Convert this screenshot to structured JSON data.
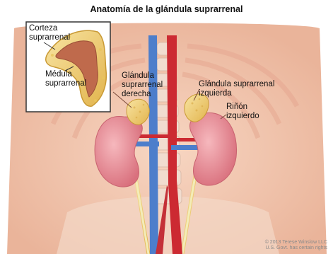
{
  "title": "Anatomía de la glándula suprarrenal",
  "inset": {
    "cortex_label": [
      "Corteza",
      "suprarrenal"
    ],
    "medulla_label": [
      "Médula",
      "suprarrenal"
    ]
  },
  "labels": {
    "right_gland": [
      "Glándula",
      "suprarrenal",
      "derecha"
    ],
    "left_gland": [
      "Glándula suprarrenal",
      "izquierda"
    ],
    "left_kidney": [
      "Riñón",
      "izquierdo"
    ]
  },
  "copyright": [
    "© 2013 Terese Winslow LLC",
    "U.S. Govt. has certain rights"
  ],
  "colors": {
    "skin": "#f2c6ad",
    "kidney": "#e8929b",
    "gland": "#f0cf72",
    "vein": "#4d7ecb",
    "artery": "#cc2a32",
    "ureter": "#f0e6a0"
  }
}
